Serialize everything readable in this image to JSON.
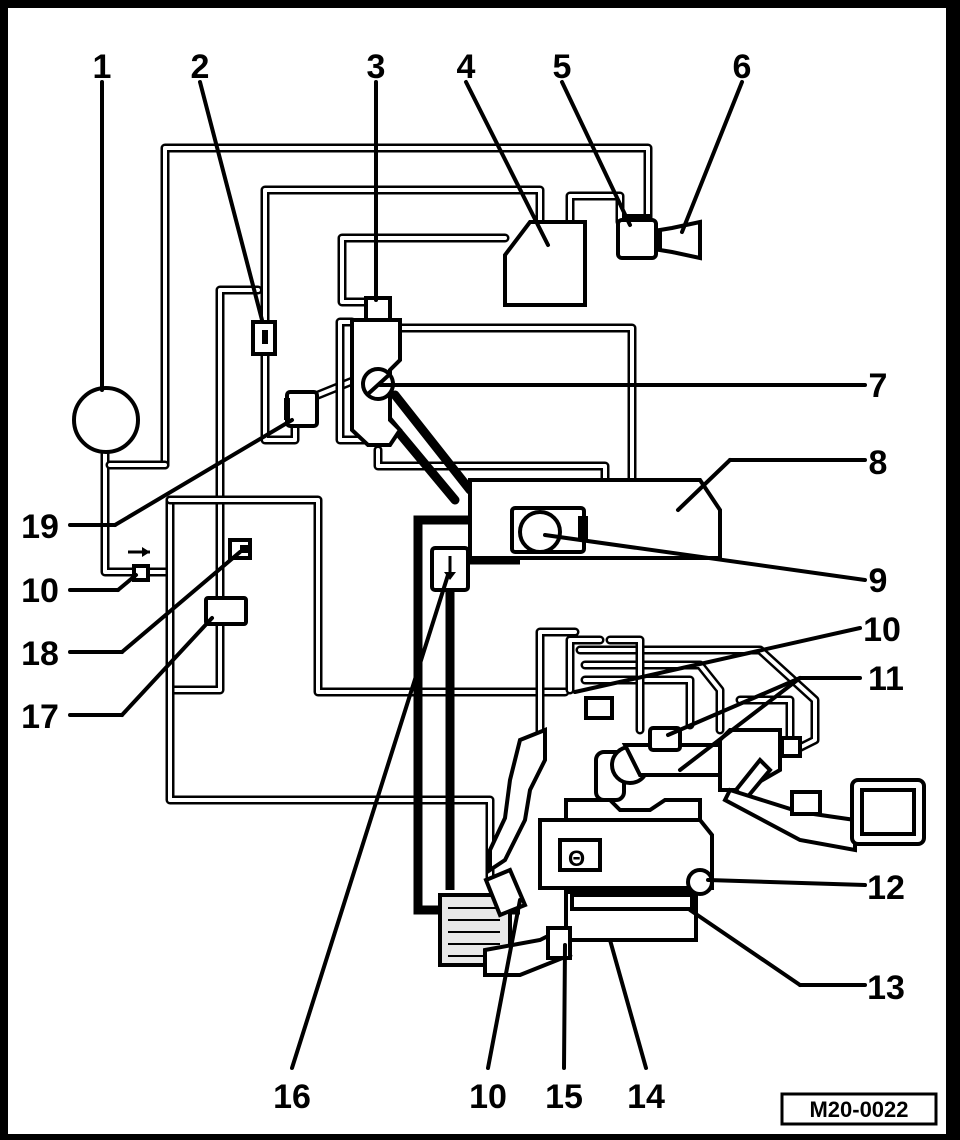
{
  "diagram": {
    "callouts": {
      "c1": "1",
      "c2": "2",
      "c3": "3",
      "c4": "4",
      "c5": "5",
      "c6": "6",
      "c7": "7",
      "c8": "8",
      "c9": "9",
      "c10a": "10",
      "c10b": "10",
      "c10c": "10",
      "c11": "11",
      "c12": "12",
      "c13": "13",
      "c14": "14",
      "c15": "15",
      "c16": "16",
      "c17": "17",
      "c18": "18",
      "c19": "19"
    },
    "figure_code": "M20-0022"
  }
}
